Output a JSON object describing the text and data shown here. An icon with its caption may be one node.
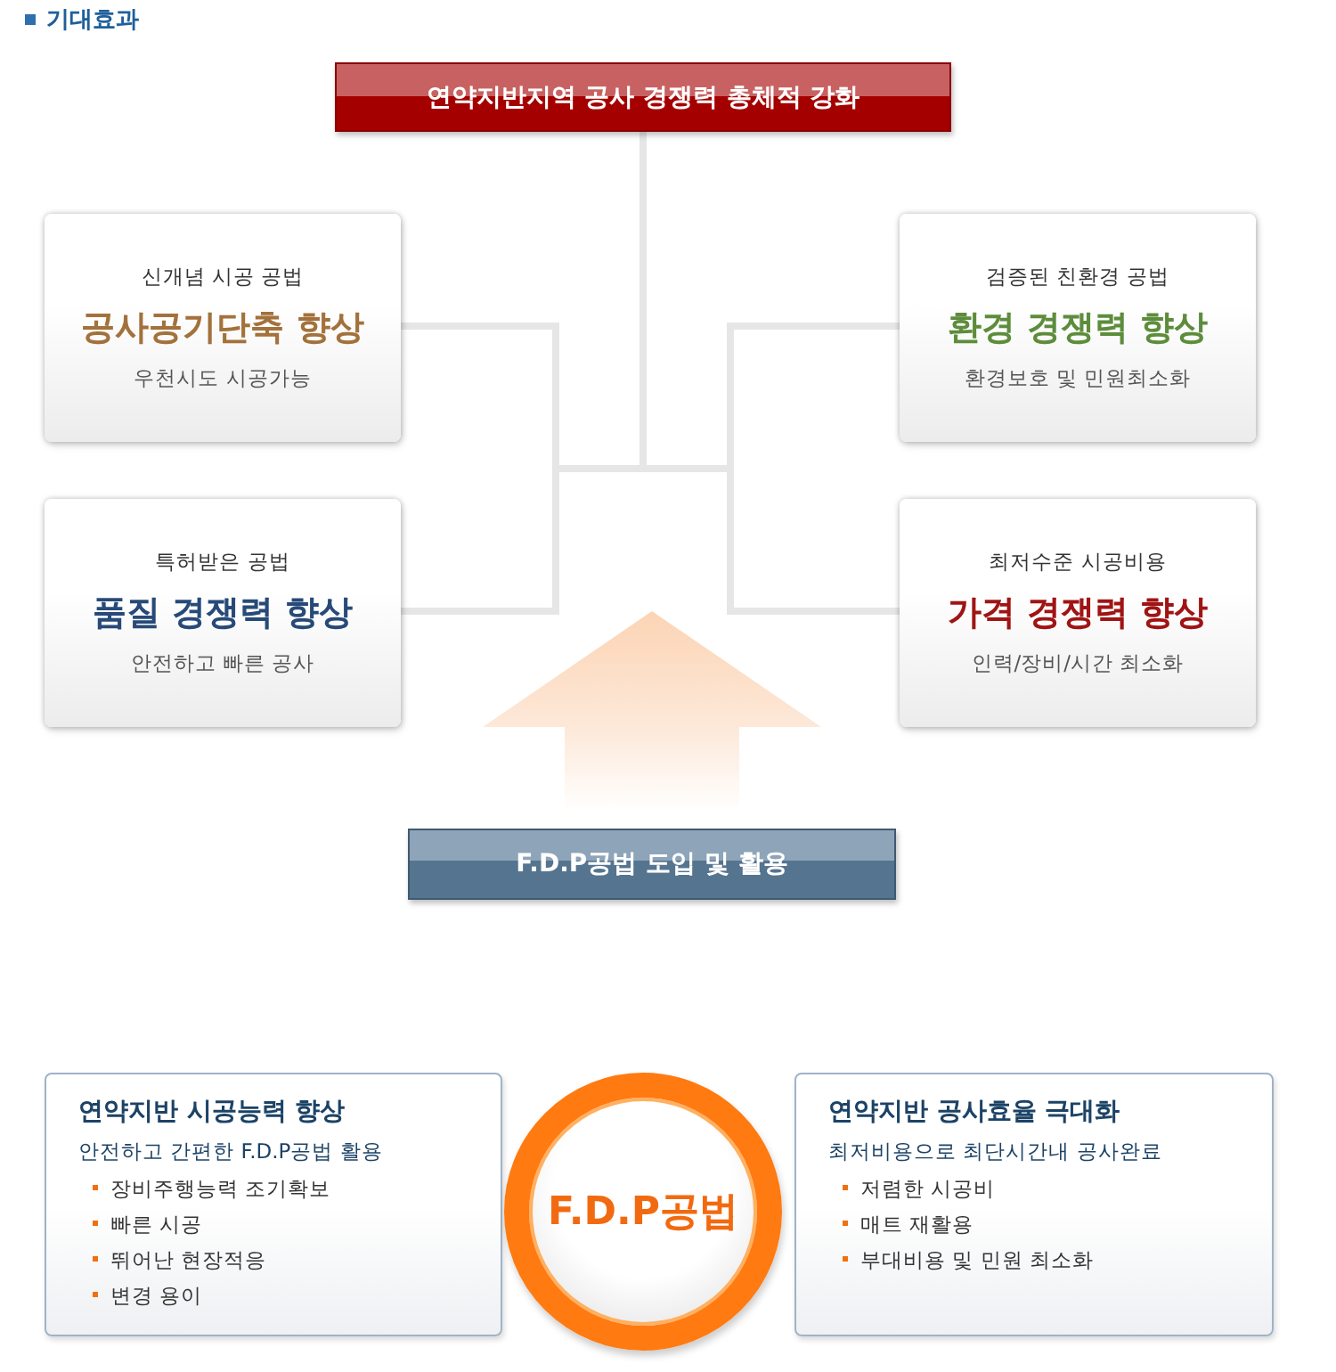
{
  "diagram": {
    "title": "기대효과",
    "nodes": [
      {
        "text": [
          "연약지반지역 공사 경쟁력 총체적 강화"
        ]
      },
      {
        "text": [
          "신개념 시공 공법",
          "공사공기단축 향상",
          "우천시도 시공가능"
        ]
      },
      {
        "text": [
          "검증된 친환경 공법",
          "환경 경쟁력 향상",
          "환경보호 및 민원최소화"
        ]
      },
      {
        "text": [
          "특허받은 공법",
          "품질 경쟁력 향상",
          "안전하고 빠른 공사"
        ]
      },
      {
        "text": [
          "최저수준 시공비용",
          "가격 경쟁력 향상",
          "인력/장비/시간 최소화"
        ]
      },
      {
        "text": [
          "F.D.P공법 도입 및 활용"
        ]
      },
      {
        "text": [
          "연약지반 시공능력 향상",
          "안전하고 간편한 F.D.P공법 활용",
          "장비주행능력 조기확보",
          "빠른 시공",
          "뛰어난 현장적응",
          "변경 용이"
        ]
      },
      {
        "text": [
          "F.D.P공법"
        ]
      },
      {
        "text": [
          "연약지반 공사효율 극대화",
          "최저비용으로 최단시간내 공사완료",
          "저렴한 시공비",
          "매트 재활용",
          "부대비용 및 민원 최소화"
        ]
      }
    ],
    "edges": [
      {
        "from": 1,
        "to": 0,
        "arrow": "none"
      },
      {
        "from": 2,
        "to": 0,
        "arrow": "none"
      },
      {
        "from": 3,
        "to": 0,
        "arrow": "none"
      },
      {
        "from": 4,
        "to": 0,
        "arrow": "none"
      },
      {
        "from": 5,
        "to": null,
        "arrow": "to"
      }
    ]
  }
}
